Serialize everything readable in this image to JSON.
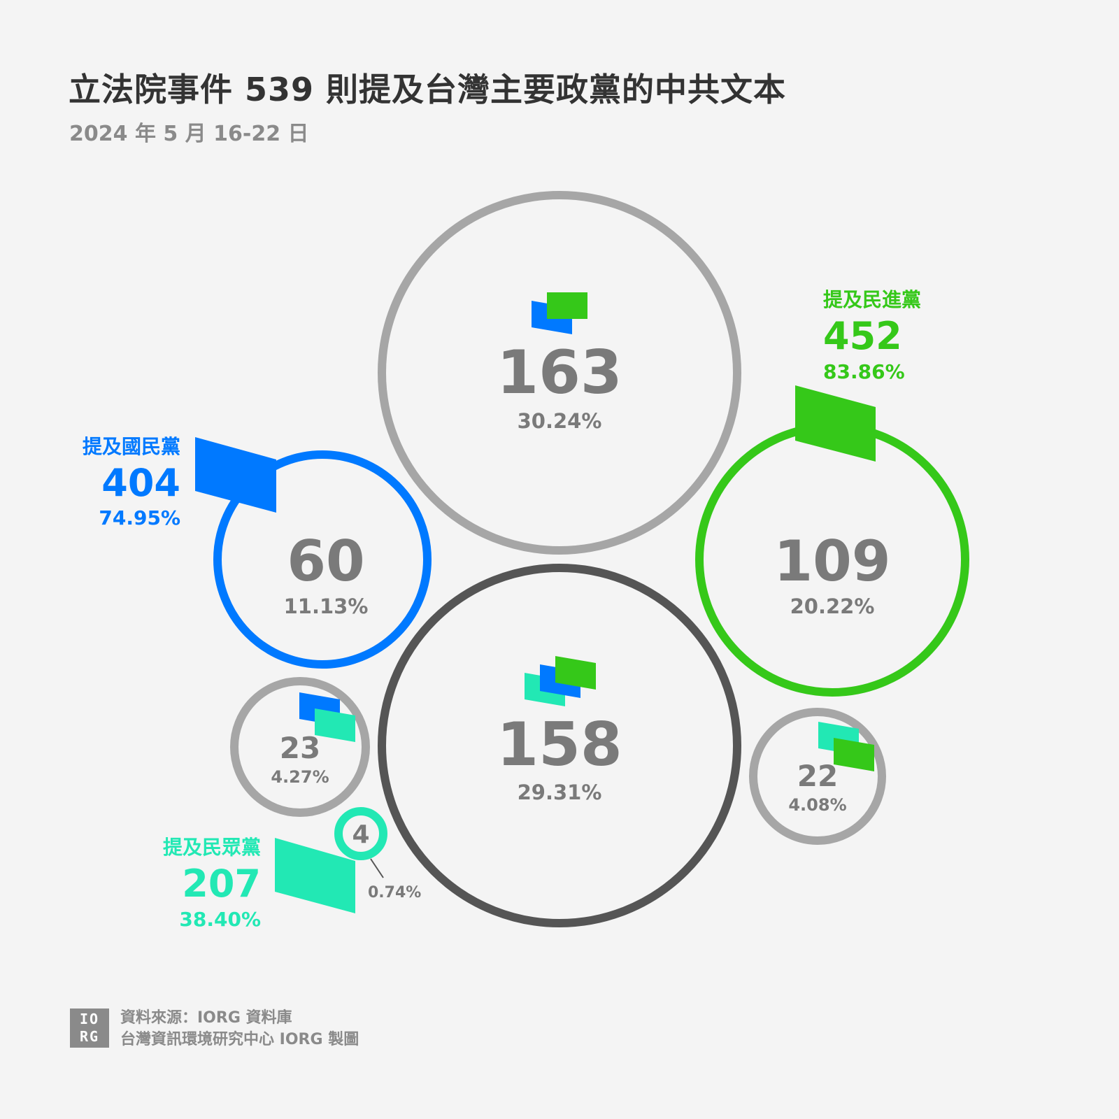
{
  "title": "立法院事件 539 則提及台灣主要政黨的中共文本",
  "subtitle": "2024 年 5 月 16-22 日",
  "colors": {
    "kmt": "#0079ff",
    "dpp": "#35c819",
    "tpp": "#22e8b4",
    "gray": "#a6a6a6",
    "dark": "#555555",
    "text_gray": "#7a7a7a",
    "background": "#f4f4f4"
  },
  "chart_data": {
    "type": "bubble-venn",
    "total": 539,
    "parties": [
      {
        "id": "kmt",
        "label": "提及國民黨",
        "count": "404",
        "percent": "74.95%"
      },
      {
        "id": "dpp",
        "label": "提及民進黨",
        "count": "452",
        "percent": "83.86%"
      },
      {
        "id": "tpp",
        "label": "提及民眾黨",
        "count": "207",
        "percent": "38.40%"
      }
    ],
    "segments": [
      {
        "id": "kmt-dpp",
        "parties": [
          "kmt",
          "dpp"
        ],
        "count": "163",
        "percent": "30.24%"
      },
      {
        "id": "kmt-only",
        "parties": [
          "kmt"
        ],
        "count": "60",
        "percent": "11.13%"
      },
      {
        "id": "dpp-only",
        "parties": [
          "dpp"
        ],
        "count": "109",
        "percent": "20.22%"
      },
      {
        "id": "all-three",
        "parties": [
          "kmt",
          "dpp",
          "tpp"
        ],
        "count": "158",
        "percent": "29.31%"
      },
      {
        "id": "kmt-tpp",
        "parties": [
          "kmt",
          "tpp"
        ],
        "count": "23",
        "percent": "4.27%"
      },
      {
        "id": "dpp-tpp",
        "parties": [
          "dpp",
          "tpp"
        ],
        "count": "22",
        "percent": "4.08%"
      },
      {
        "id": "tpp-only",
        "parties": [
          "tpp"
        ],
        "count": "4",
        "percent": "0.74%"
      }
    ]
  },
  "footer": {
    "logo_top": "IO",
    "logo_bottom": "RG",
    "source": "資料來源：IORG 資料庫",
    "credit": "台灣資訊環境研究中心 IORG 製圖"
  }
}
